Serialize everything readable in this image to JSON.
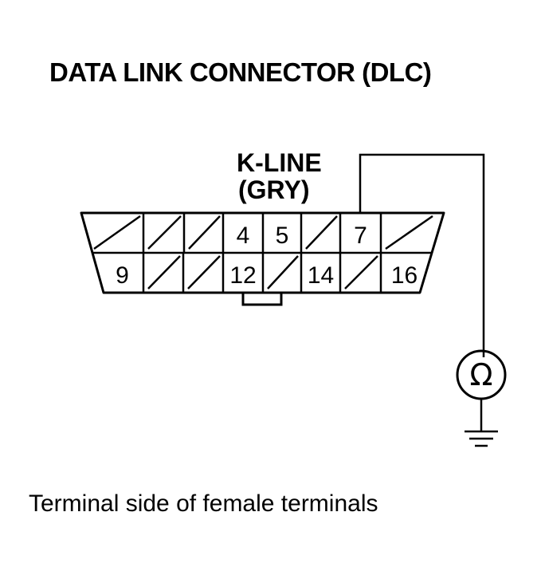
{
  "title": "DATA LINK CONNECTOR (DLC)",
  "wire": {
    "label_line1": "K-LINE",
    "label_line2": "(GRY)",
    "terminal": "7"
  },
  "connector": {
    "top_row": [
      {
        "label": "",
        "blocked": true
      },
      {
        "label": "",
        "blocked": true
      },
      {
        "label": "",
        "blocked": true
      },
      {
        "label": "4",
        "blocked": false
      },
      {
        "label": "5",
        "blocked": false
      },
      {
        "label": "",
        "blocked": true
      },
      {
        "label": "7",
        "blocked": false
      },
      {
        "label": "",
        "blocked": true
      }
    ],
    "bottom_row": [
      {
        "label": "9",
        "blocked": false
      },
      {
        "label": "",
        "blocked": true
      },
      {
        "label": "",
        "blocked": true
      },
      {
        "label": "12",
        "blocked": false
      },
      {
        "label": "",
        "blocked": true
      },
      {
        "label": "14",
        "blocked": false
      },
      {
        "label": "",
        "blocked": true
      },
      {
        "label": "16",
        "blocked": false
      }
    ]
  },
  "meter": {
    "symbol": "Ω",
    "icon": "ohmmeter-icon",
    "ground_icon": "ground-icon"
  },
  "caption": "Terminal side of female terminals"
}
